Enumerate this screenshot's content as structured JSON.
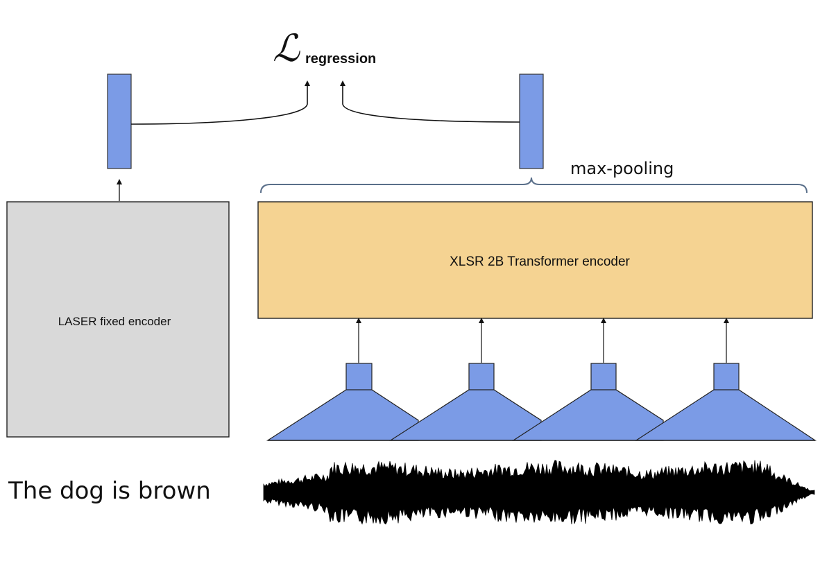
{
  "loss": {
    "symbol": "ℒ",
    "subscript": "regression"
  },
  "labels": {
    "max_pooling": "max-pooling",
    "transformer": "XLSR 2B Transformer encoder",
    "laser": "LASER fixed encoder",
    "sentence": "The dog is brown"
  },
  "colors": {
    "embedding_blue": "#7b9be6",
    "conv_blue": "#7b9be6",
    "transformer_fill": "#f5d392",
    "laser_fill": "#d9d9d9",
    "brace": "#5a6f8a",
    "waveform": "#000000"
  },
  "conv_blocks": [
    1,
    2,
    3,
    4
  ]
}
